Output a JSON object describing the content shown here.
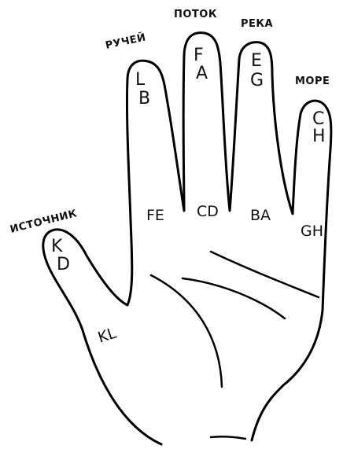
{
  "words": {
    "pinky": "МОРЕ",
    "ring": "РЕКА",
    "middle": "ПОТОК",
    "index": "РУЧЕЙ",
    "thumb": "ИСТОЧНИК"
  },
  "fingertips": {
    "thumb_top": "K",
    "thumb_bottom": "D",
    "index_top": "L",
    "index_bottom": "B",
    "middle_top": "F",
    "middle_bottom": "A",
    "ring_top": "E",
    "ring_bottom": "G",
    "pinky_top": "C",
    "pinky_bottom": "H"
  },
  "between_fingers": {
    "index_middle": "FE",
    "middle_ring": "CD",
    "ring_pinky": "BA",
    "pinky_base": "GH",
    "thumb_index": "KL"
  }
}
